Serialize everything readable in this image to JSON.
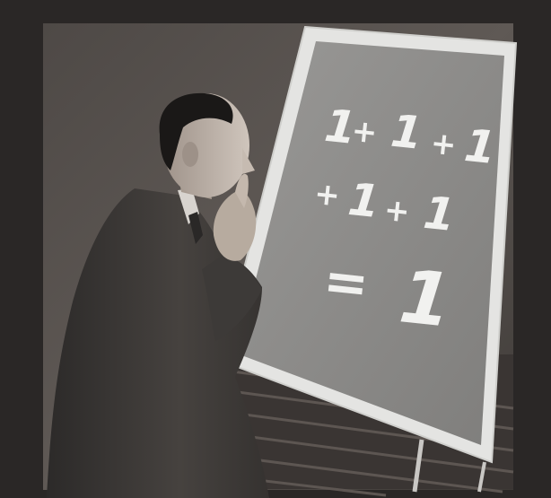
{
  "photo": {
    "subject": "man-contemplating-chalkboard",
    "palette": {
      "outer_frame": "#2a2726",
      "backdrop": "#5c5753",
      "board": "#8e8e8c",
      "board_frame": "#e4e4e2",
      "chalk": "#f1f1ef",
      "suit": "#3b3836",
      "skin": "#b9ada3",
      "hair": "#1a1817"
    }
  },
  "chalkboard": {
    "row1": {
      "t1": "1",
      "op1": "+",
      "t2": "1",
      "op2": "+",
      "t3": "1"
    },
    "row2": {
      "op1": "+",
      "t1": "1",
      "op2": "+",
      "t2": "1"
    },
    "result": {
      "eq": "=",
      "value": "1"
    }
  }
}
